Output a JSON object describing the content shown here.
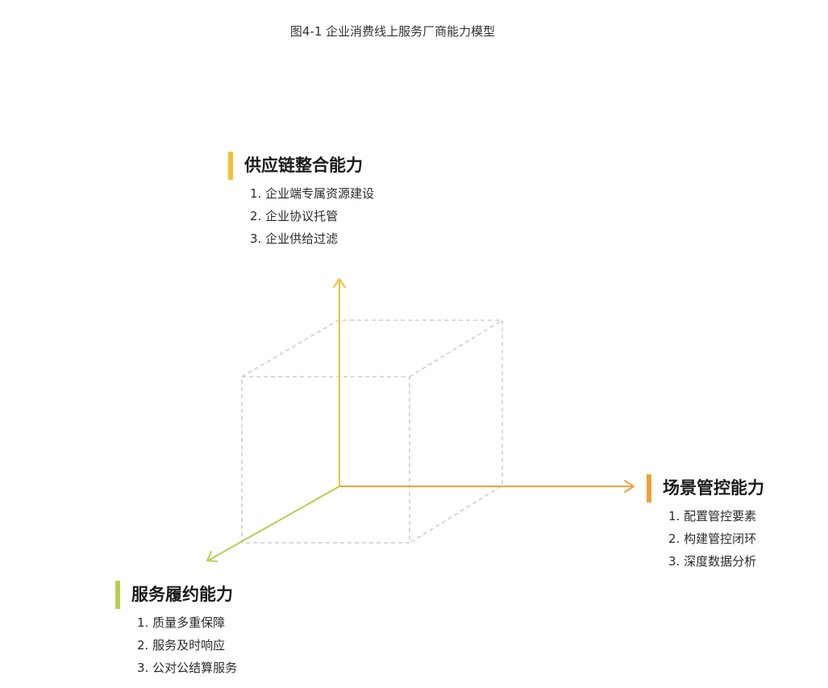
{
  "title": "图4-1 企业消费线上服务厂商能力模型",
  "colors": {
    "supply": "#F2C230",
    "scene": "#F0A03C",
    "service": "#B5CF52",
    "cube": "#C4C4C4"
  },
  "blocks": {
    "supply": {
      "heading": "供应链整合能力",
      "items": [
        "1. 企业端专属资源建设",
        "2. 企业协议托管",
        "3. 企业供给过滤"
      ]
    },
    "scene": {
      "heading": "场景管控能力",
      "items": [
        "1. 配置管控要素",
        "2. 构建管控闭环",
        "3. 深度数据分析"
      ]
    },
    "service": {
      "heading": "服务履约能力",
      "items": [
        "1. 质量多重保障",
        "2. 服务及时响应",
        "3. 公对公结算服务"
      ]
    }
  }
}
